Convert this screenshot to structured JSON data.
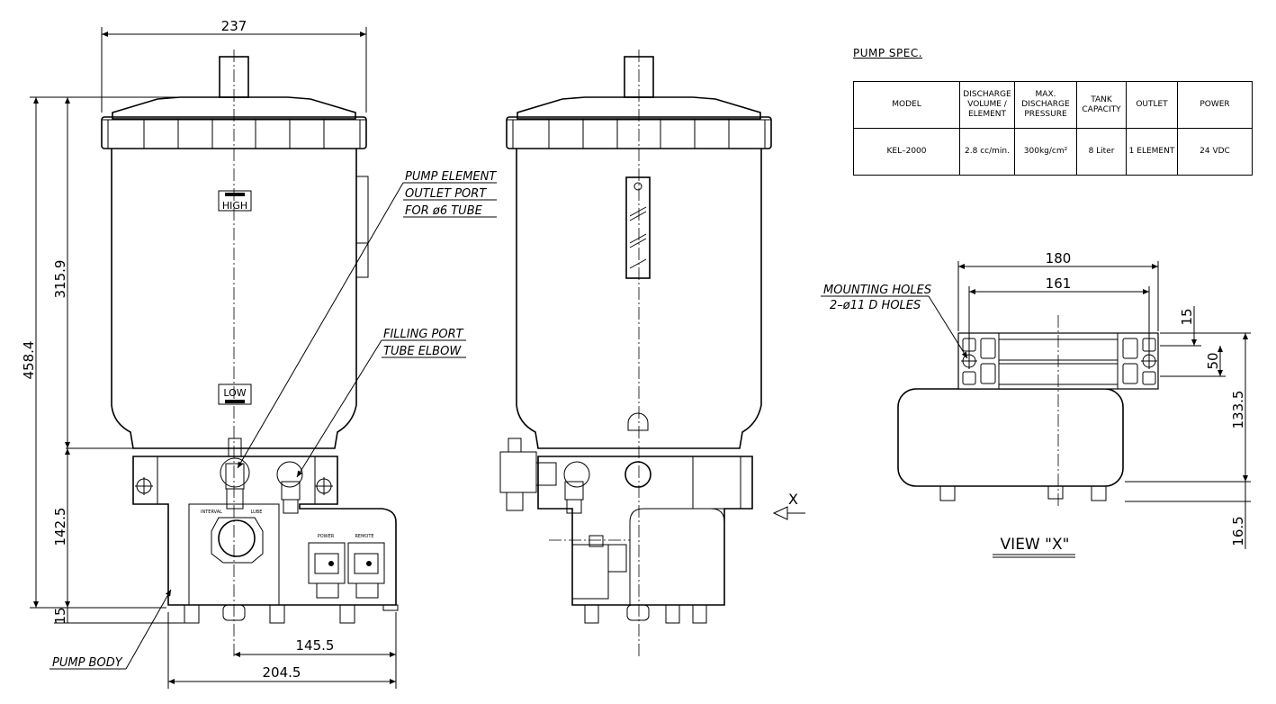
{
  "dimensions": {
    "overall_width": "237",
    "tank_height": "315.9",
    "overall_height": "458.4",
    "base_height": "142.5",
    "foot_height": "15",
    "outlet_offset": "145.5",
    "body_width": "204.5",
    "mount_outer": "180",
    "mount_inner": "161",
    "mount_top": "15",
    "mount_span": "50",
    "view_height": "133.5",
    "view_foot": "16.5"
  },
  "labels": {
    "pump_element": [
      "PUMP ELEMENT",
      "OUTLET PORT",
      "FOR ø6 TUBE"
    ],
    "filling_port": [
      "FILLING PORT",
      "TUBE ELBOW"
    ],
    "pump_body": "PUMP BODY",
    "mounting_holes": [
      "MOUNTING HOLES",
      "2–ø11 D HOLES"
    ],
    "view_x": "VIEW \"X\"",
    "arrow_x": "X",
    "high": "HIGH",
    "low": "LOW",
    "interval": "INTERVAL",
    "lube": "LUBE",
    "power": "POWER",
    "remote": "REMOTE"
  },
  "spec": {
    "title": "PUMP SPEC.",
    "headers": [
      "MODEL",
      "DISCHARGE VOLUME / ELEMENT",
      "MAX. DISCHARGE PRESSURE",
      "TANK CAPACITY",
      "OUTLET",
      "POWER"
    ],
    "row": [
      "KEL–2000",
      "2.8 cc/min.",
      "300kg/cm²",
      "8 Liter",
      "1 ELEMENT",
      "24 VDC"
    ]
  }
}
